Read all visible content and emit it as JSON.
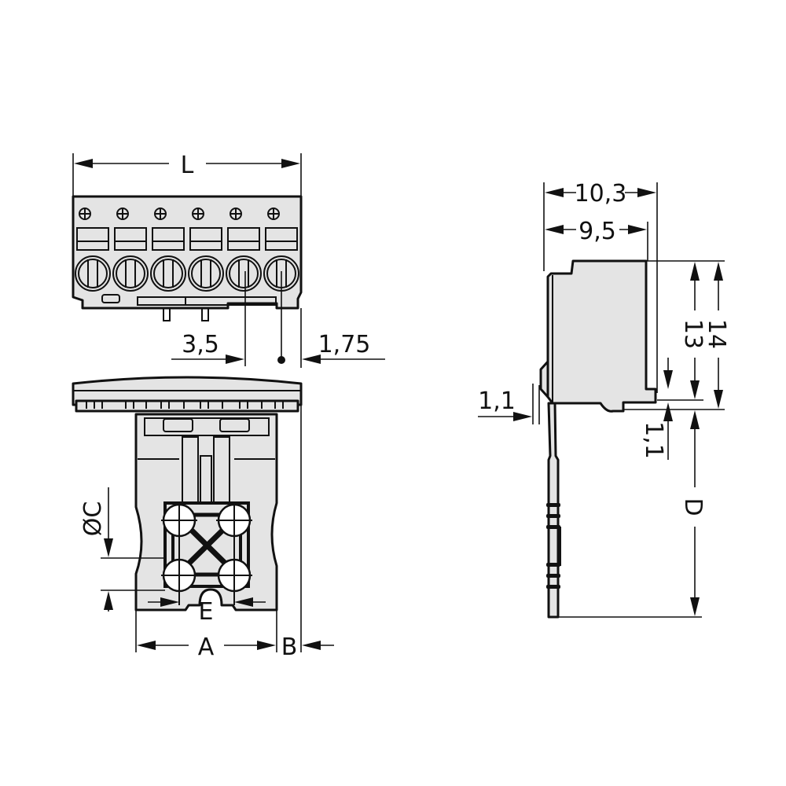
{
  "drawing": {
    "type": "connector-dimension-drawing",
    "pole_count": 6,
    "colors": {
      "body": "#e4e4e4",
      "line": "#111111",
      "background": "#ffffff"
    }
  },
  "front_view": {
    "dimensions": {
      "length_label": "L",
      "pitch_label": "3,5",
      "offset_label": "1,75"
    }
  },
  "bottom_view": {
    "dimensions": {
      "a_label": "A",
      "b_label": "B",
      "diameter_label": "ØC",
      "e_label": "E"
    }
  },
  "side_view": {
    "dimensions": {
      "width_outer": "10,3",
      "width_inner": "9,5",
      "height_13": "13",
      "height_14": "14",
      "step_1_1_left": "1,1",
      "step_1_1_right": "1,1",
      "pin_length_label": "D"
    }
  }
}
